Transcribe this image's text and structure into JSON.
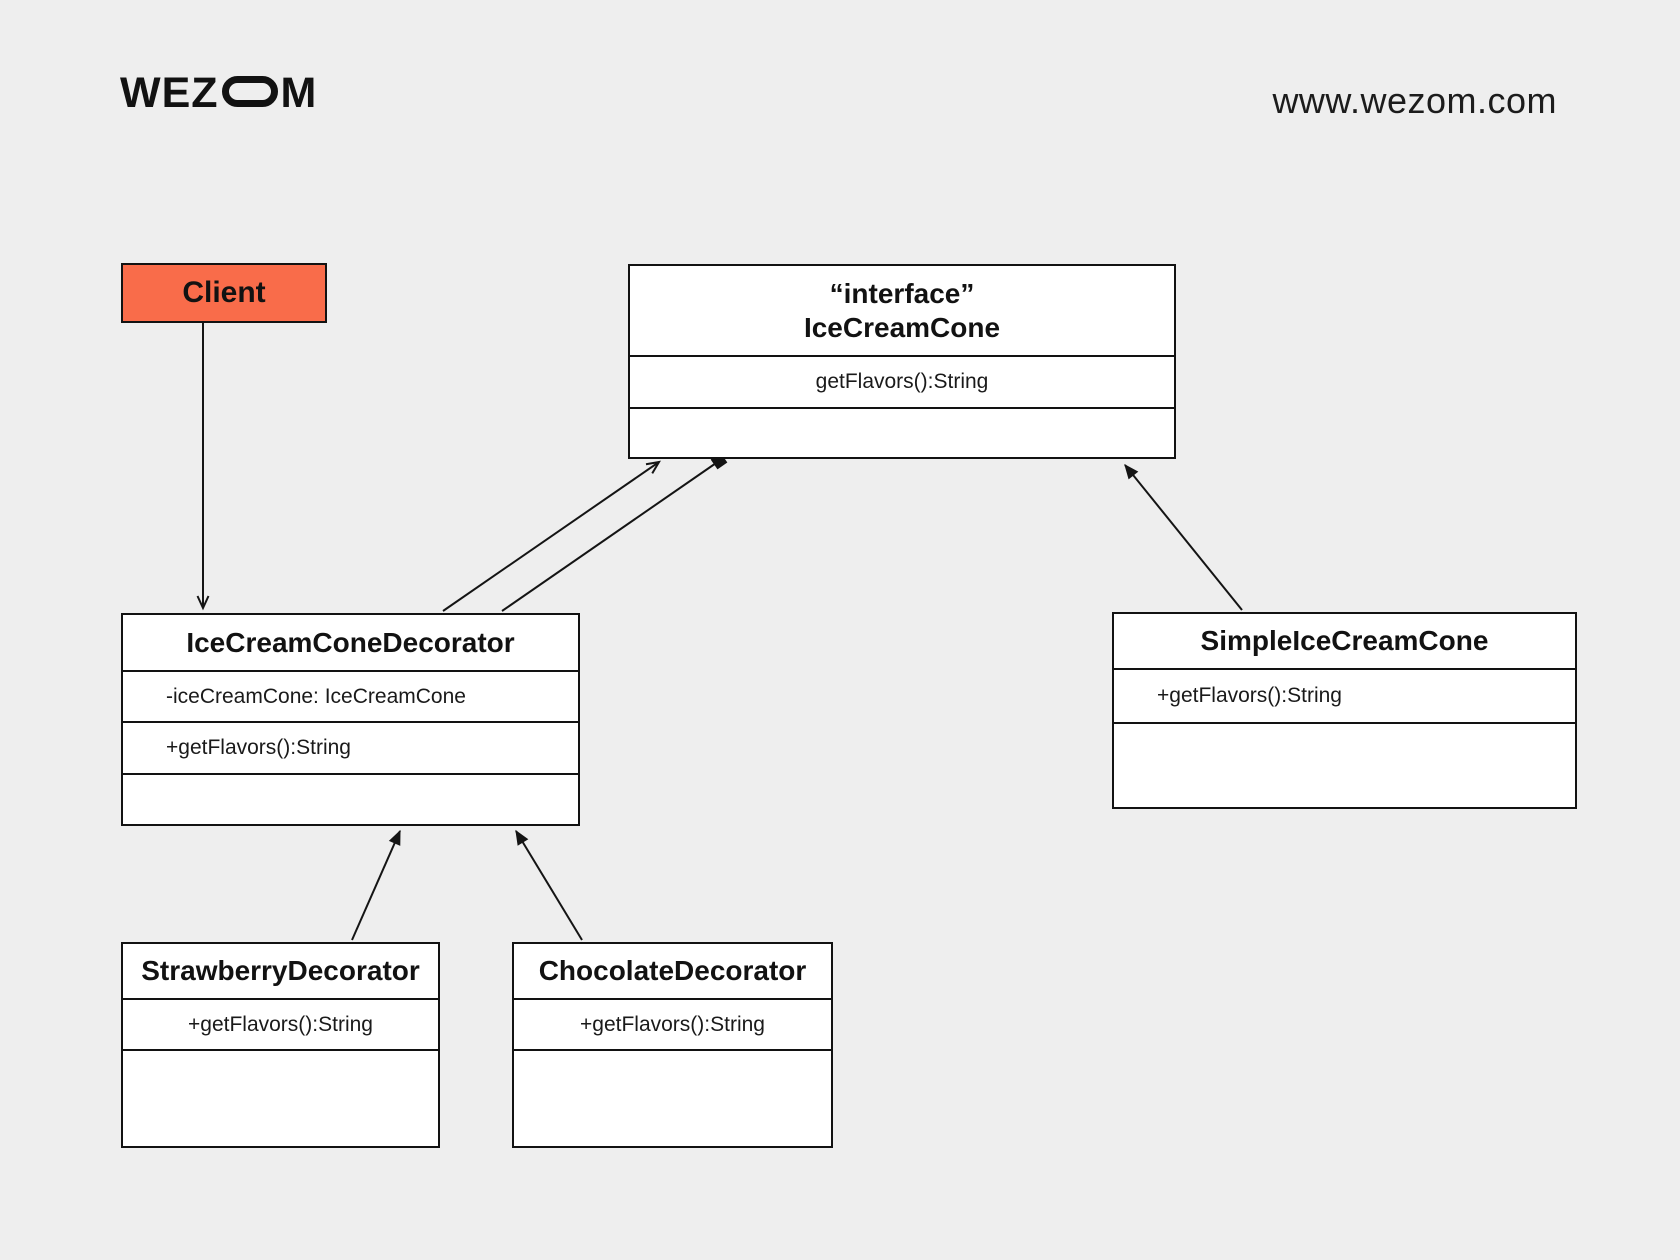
{
  "header": {
    "logo_pre": "WEZ",
    "logo_post": "M",
    "website": "www.wezom.com"
  },
  "colors": {
    "background": "#EEEEEE",
    "client_fill": "#F96C4A",
    "box_fill": "#FFFFFF",
    "line": "#141414"
  },
  "classes": {
    "client": {
      "name": "Client"
    },
    "icecreamcone_interface": {
      "stereotype": "“interface”",
      "name": "IceCreamCone",
      "method": "getFlavors():String"
    },
    "icecreamcone_decorator": {
      "name": "IceCreamConeDecorator",
      "attribute": "-iceCreamCone: IceCreamCone",
      "method": "+getFlavors():String"
    },
    "simple_icecreamcone": {
      "name": "SimpleIceCreamCone",
      "method": "+getFlavors():String"
    },
    "strawberry_decorator": {
      "name": "StrawberryDecorator",
      "method": "+getFlavors():String"
    },
    "chocolate_decorator": {
      "name": "ChocolateDecorator",
      "method": "+getFlavors():String"
    }
  },
  "relationships": [
    {
      "from": "Client",
      "to": "IceCreamConeDecorator",
      "type": "directed-arrow"
    },
    {
      "from": "IceCreamConeDecorator",
      "to": "IceCreamCone",
      "type": "open-arrow"
    },
    {
      "from": "IceCreamConeDecorator",
      "to": "IceCreamCone",
      "type": "composition-square"
    },
    {
      "from": "SimpleIceCreamCone",
      "to": "IceCreamCone",
      "type": "solid-arrow"
    },
    {
      "from": "StrawberryDecorator",
      "to": "IceCreamConeDecorator",
      "type": "solid-arrow"
    },
    {
      "from": "ChocolateDecorator",
      "to": "IceCreamConeDecorator",
      "type": "solid-arrow"
    }
  ]
}
